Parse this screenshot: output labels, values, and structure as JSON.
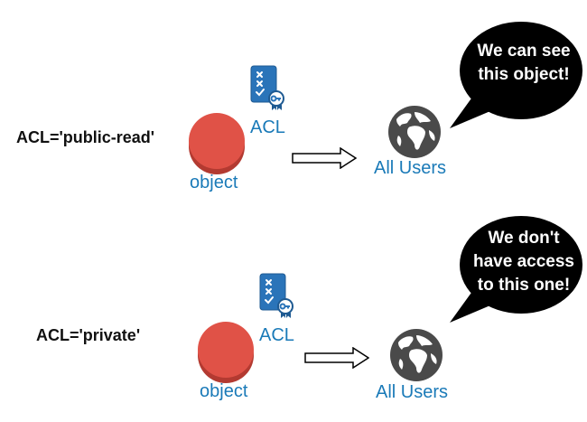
{
  "panels": [
    {
      "acl": "ACL='public-read'",
      "acl_badge": "ACL",
      "object": "object",
      "users": "All Users",
      "speech": "We can see\nthis object!"
    },
    {
      "acl": "ACL='private'",
      "acl_badge": "ACL",
      "object": "object",
      "users": "All Users",
      "speech": "We don't\nhave access\nto this one!"
    }
  ],
  "colors": {
    "object": "#e05247",
    "certificate": "#2a74b9",
    "label_blue": "#1a7ab8",
    "globe": "#4a4a4a",
    "bubble": "#000000"
  },
  "icons": {
    "certificate": "certificate-icon",
    "object": "object-icon",
    "arrow": "arrow-right-icon",
    "globe": "globe-icon",
    "bubble": "speech-bubble-icon"
  }
}
